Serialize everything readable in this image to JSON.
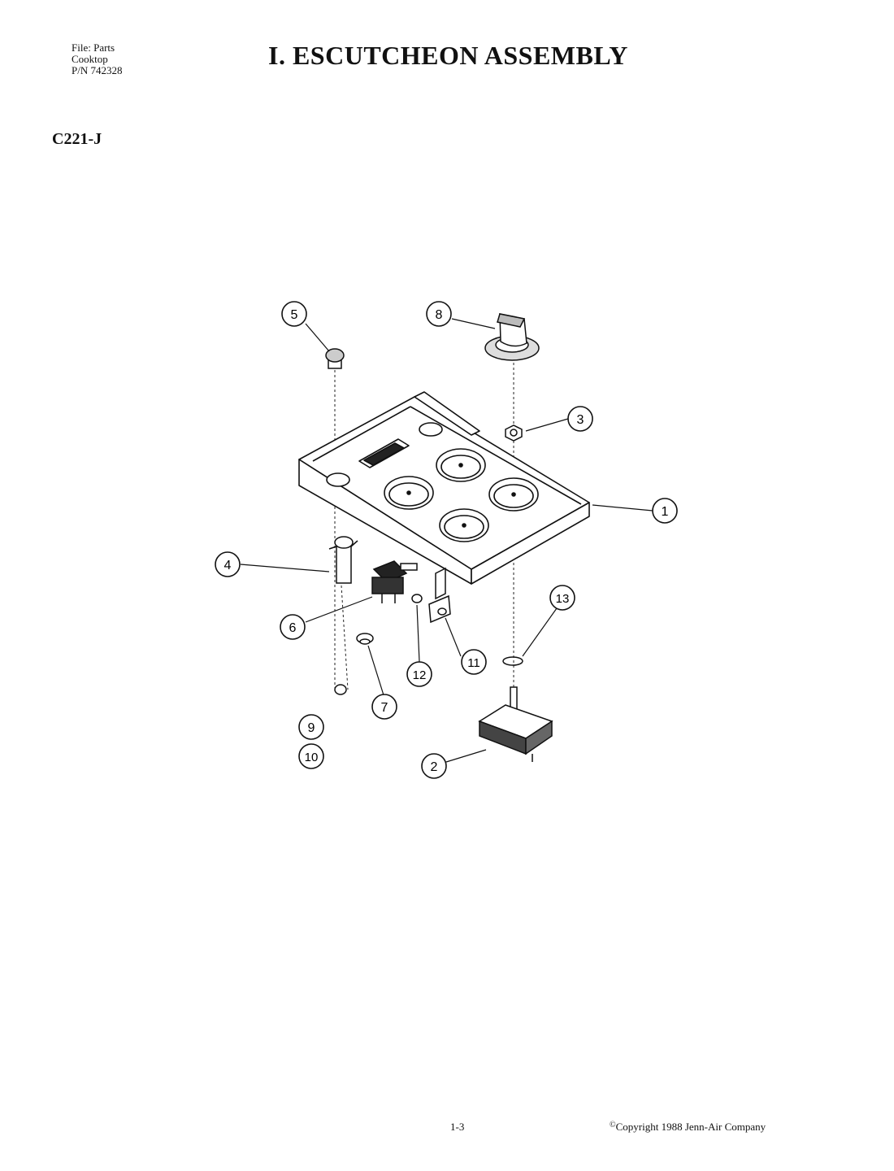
{
  "header": {
    "file_line": "File: Parts",
    "product_line": "Cooktop",
    "pn_line": "P/N 742328",
    "title": "I. ESCUTCHEON ASSEMBLY",
    "model": "C221-J"
  },
  "diagram": {
    "callouts": [
      "1",
      "2",
      "3",
      "4",
      "5",
      "6",
      "7",
      "8",
      "9",
      "10",
      "11",
      "12",
      "13"
    ]
  },
  "footer": {
    "page_number": "1-3",
    "copyright_symbol": "©",
    "copyright_text": "Copyright 1988 Jenn-Air Company"
  }
}
